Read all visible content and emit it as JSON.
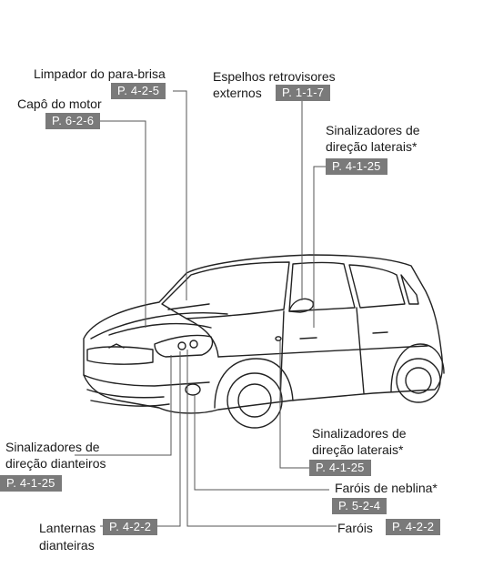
{
  "callouts": {
    "wiper": {
      "label": "Limpador do para-brisa",
      "page": "P. 4-2-5"
    },
    "hood": {
      "label": "Capô do motor",
      "page": "P. 6-2-6"
    },
    "mirrors": {
      "label_line1": "Espelhos retrovisores",
      "label_line2": "externos",
      "page": "P. 1-1-7"
    },
    "side_signal_upper": {
      "label_line1": "Sinalizadores de",
      "label_line2": "direção laterais*",
      "page": "P. 4-1-25"
    },
    "front_signal": {
      "label_line1": "Sinalizadores de",
      "label_line2": "direção dianteiros",
      "page": "P. 4-1-25"
    },
    "side_signal_lower": {
      "label_line1": "Sinalizadores de",
      "label_line2": "direção laterais*",
      "page": "P. 4-1-25"
    },
    "fog_lamps": {
      "label": "Faróis de neblina*",
      "page": "P. 5-2-4"
    },
    "front_lamps": {
      "label_line1": "Lanternas",
      "label_line2": "dianteiras",
      "page": "P. 4-2-2"
    },
    "headlamps": {
      "label": "Faróis",
      "page": "P. 4-2-2"
    }
  },
  "colors": {
    "page_badge": "#7a7a7a",
    "line": "#555555"
  }
}
